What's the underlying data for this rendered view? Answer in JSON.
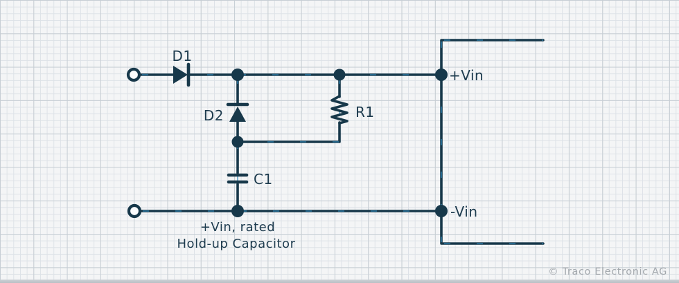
{
  "diagram": {
    "type": "circuit-schematic",
    "subject": "Hold-up capacitor input circuit",
    "components": [
      {
        "label": "D1",
        "type": "diode"
      },
      {
        "label": "D2",
        "type": "diode"
      },
      {
        "label": "R1",
        "type": "resistor"
      },
      {
        "label": "C1",
        "type": "capacitor"
      }
    ],
    "terminals": [
      {
        "label": "+Vin"
      },
      {
        "label": "-Vin"
      }
    ],
    "caption": [
      "+Vin, rated",
      "Hold-up Capacitor"
    ],
    "watermark": "© Traco Electronic AG",
    "colors": {
      "wire": "#17384a",
      "text": "#1d3b4e",
      "accent": "#2f89bd",
      "watermark": "#a4a9ae",
      "paper": "#f4f5f6",
      "grid-fine": "#dde2e7",
      "grid-major": "#c7ced4"
    }
  }
}
